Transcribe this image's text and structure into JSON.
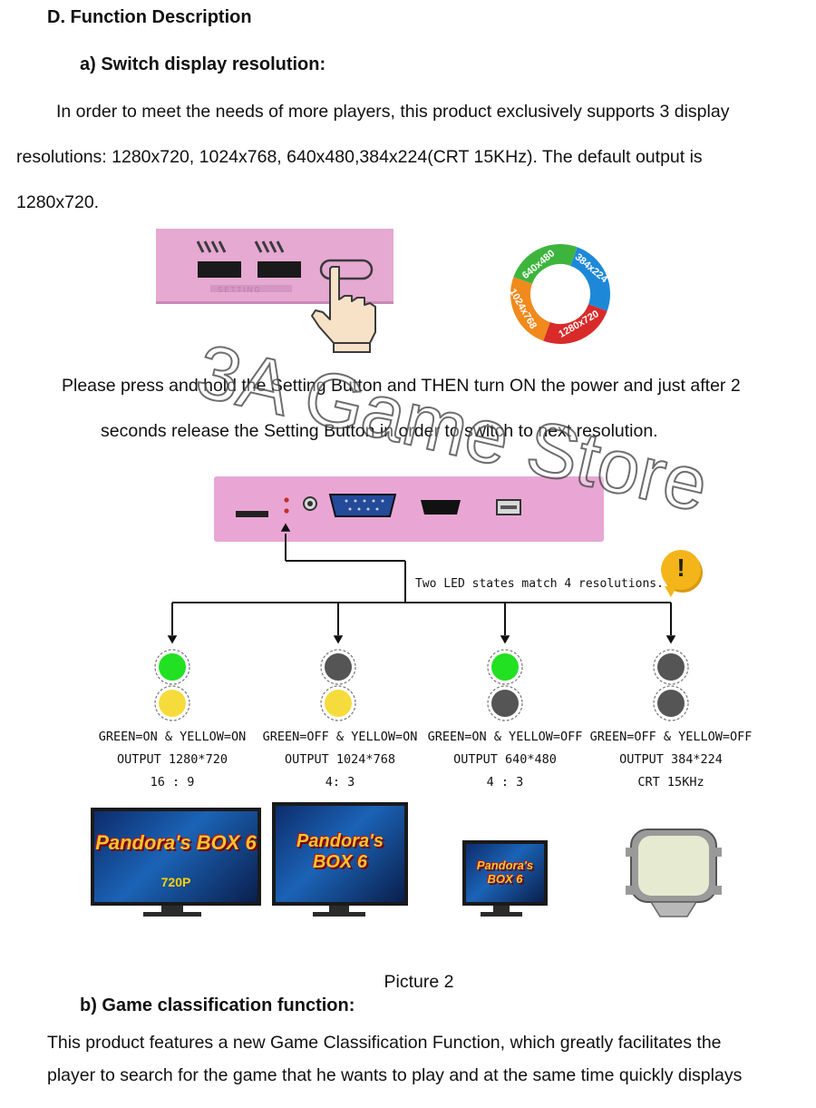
{
  "section": {
    "heading": "D.  Function Description",
    "sub_a": "a)  Switch display resolution:",
    "para_a": [
      "In order to meet the needs of more players, this product exclusively supports 3 display",
      "resolutions: 1280x720, 1024x768, 640x480,384x224(CRT 15KHz). The default output is",
      "1280x720."
    ],
    "instruction": [
      "Please press and hold the Setting Button and THEN turn ON the power and just after 2",
      "seconds release the Setting Button in order to switch to next resolution."
    ]
  },
  "cycle_labels": [
    "640x480",
    "384x224",
    "1280x720",
    "1024x768"
  ],
  "cycle_colors": [
    "#3db53d",
    "#1e88d8",
    "#d92a2a",
    "#f08a1c"
  ],
  "watermark": "3A Game Store",
  "device_top_label": "SETTING",
  "callout": "Two LED states match 4 resolutions.",
  "alert_glyph": "!",
  "led_colors": {
    "green_on": "#22e022",
    "yellow_on": "#f5dc3c",
    "off": "#555555"
  },
  "modes": [
    {
      "state": "GREEN=ON & YELLOW=ON",
      "output": "OUTPUT 1280*720",
      "ratio": "16 : 9",
      "green": true,
      "yellow": true
    },
    {
      "state": "GREEN=OFF & YELLOW=ON",
      "output": "OUTPUT 1024*768",
      "ratio": "4: 3",
      "green": false,
      "yellow": true
    },
    {
      "state": "GREEN=ON & YELLOW=OFF",
      "output": "OUTPUT 640*480",
      "ratio": "4 : 3",
      "green": true,
      "yellow": false
    },
    {
      "state": "GREEN=OFF & YELLOW=OFF",
      "output": "OUTPUT 384*224",
      "ratio": "CRT 15KHz",
      "green": false,
      "yellow": false
    }
  ],
  "screens": {
    "title": "Pandora's BOX 6",
    "badge_720": "720P"
  },
  "caption": "Picture 2",
  "sub_b": "b)  Game classification function:",
  "para_b": [
    "This product features a new Game Classification Function, which greatly facilitates the",
    "player to search for the game that he wants to play and at the same time quickly displays"
  ]
}
